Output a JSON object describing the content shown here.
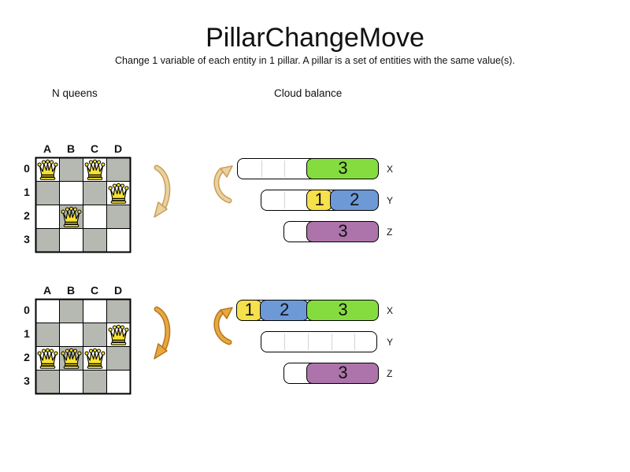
{
  "title": "PillarChangeMove",
  "subtitle": "Change 1 variable of each entity in 1 pillar. A pillar is a set of entities with the same value(s).",
  "sections": {
    "nqueens_label": "N queens",
    "cloud_label": "Cloud balance"
  },
  "colors": {
    "square_dark": "#b6b9b2",
    "square_light": "#ffffff",
    "queen_yellow": "#f7e232",
    "process_green": "#85dc3f",
    "process_yellow": "#f6e04b",
    "process_blue": "#6d9ad7",
    "process_purple": "#ad74ab",
    "arrow_before_fill": "#ead1a0",
    "arrow_before_stroke": "#c99f57",
    "arrow_after_fill": "#e9a83f",
    "arrow_after_stroke": "#b5771c"
  },
  "nqueens": {
    "column_labels": [
      "A",
      "B",
      "C",
      "D"
    ],
    "row_labels": [
      "0",
      "1",
      "2",
      "3"
    ],
    "boards": [
      {
        "name": "before",
        "queens": [
          {
            "col": "A",
            "row": "0"
          },
          {
            "col": "C",
            "row": "0"
          },
          {
            "col": "D",
            "row": "1"
          },
          {
            "col": "B",
            "row": "2"
          }
        ]
      },
      {
        "name": "after",
        "queens": [
          {
            "col": "D",
            "row": "1"
          },
          {
            "col": "A",
            "row": "2"
          },
          {
            "col": "B",
            "row": "2"
          },
          {
            "col": "C",
            "row": "2"
          }
        ]
      }
    ]
  },
  "cloud": {
    "states": [
      {
        "name": "before",
        "bars": [
          {
            "label": "X",
            "capacity": 6,
            "processes": [
              {
                "value": "3",
                "size": 3,
                "color": "process_green"
              }
            ]
          },
          {
            "label": "Y",
            "capacity": 5,
            "processes": [
              {
                "value": "1",
                "size": 1,
                "color": "process_yellow"
              },
              {
                "value": "2",
                "size": 2,
                "color": "process_blue"
              }
            ]
          },
          {
            "label": "Z",
            "capacity": 4,
            "processes": [
              {
                "value": "3",
                "size": 3,
                "color": "process_purple"
              }
            ]
          }
        ]
      },
      {
        "name": "after",
        "bars": [
          {
            "label": "X",
            "capacity": 6,
            "processes": [
              {
                "value": "1",
                "size": 1,
                "color": "process_yellow"
              },
              {
                "value": "2",
                "size": 2,
                "color": "process_blue"
              },
              {
                "value": "3",
                "size": 3,
                "color": "process_green"
              }
            ]
          },
          {
            "label": "Y",
            "capacity": 5,
            "processes": []
          },
          {
            "label": "Z",
            "capacity": 4,
            "processes": [
              {
                "value": "3",
                "size": 3,
                "color": "process_purple"
              }
            ]
          }
        ]
      }
    ]
  }
}
